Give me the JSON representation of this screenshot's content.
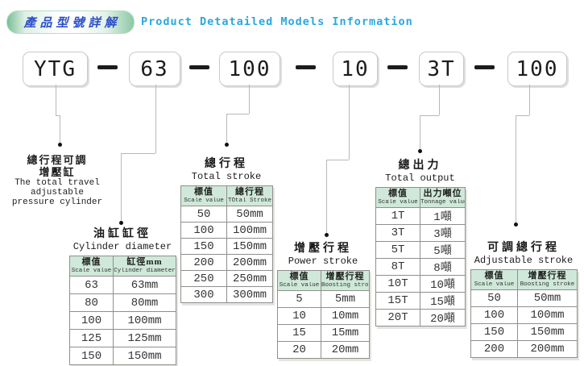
{
  "header": {
    "banner_cn": "產品型號詳解",
    "title_en": "Product Detatailed Models Information"
  },
  "model_code": {
    "segments": [
      "YTG",
      "63",
      "100",
      "10",
      "3T",
      "100"
    ],
    "separator": "—"
  },
  "ytg_label": {
    "cn_line1": "總行程可調",
    "cn_line2": "增壓缸",
    "en_line1": "The total travel",
    "en_line2": "adjustable",
    "en_line3": "pressure cylinder"
  },
  "tables": [
    {
      "id": "cylinder-diameter",
      "title_cn": "油缸缸徑",
      "title_en": "Cylinder diameter",
      "col1_cn": "標值",
      "col1_en": "Scale value",
      "col2_cn": "缸徑mm",
      "col2_en": "Cylinder diameter",
      "rows": [
        [
          "63",
          "63mm"
        ],
        [
          "80",
          "80mm"
        ],
        [
          "100",
          "100mm"
        ],
        [
          "125",
          "125mm"
        ],
        [
          "150",
          "150mm"
        ]
      ]
    },
    {
      "id": "total-stroke",
      "title_cn": "總行程",
      "title_en": "Total stroke",
      "col1_cn": "標值",
      "col1_en": "Scale value",
      "col2_cn": "總行程",
      "col2_en": "TOtal Stroke",
      "rows": [
        [
          "50",
          "50mm"
        ],
        [
          "100",
          "100mm"
        ],
        [
          "150",
          "150mm"
        ],
        [
          "200",
          "200mm"
        ],
        [
          "250",
          "250mm"
        ],
        [
          "300",
          "300mm"
        ]
      ]
    },
    {
      "id": "power-stroke",
      "title_cn": "增壓行程",
      "title_en": "Power stroke",
      "col1_cn": "標值",
      "col1_en": "Scale value",
      "col2_cn": "增壓行程",
      "col2_en": "Boosting stroke",
      "rows": [
        [
          "5",
          "5mm"
        ],
        [
          "10",
          "10mm"
        ],
        [
          "15",
          "15mm"
        ],
        [
          "20",
          "20mm"
        ]
      ]
    },
    {
      "id": "total-output",
      "title_cn": "總出力",
      "title_en": "Total output",
      "col1_cn": "標值",
      "col1_en": "Scale value",
      "col2_cn": "出力噸位",
      "col2_en": "Tonnage value",
      "rows": [
        [
          "1T",
          "1噸"
        ],
        [
          "3T",
          "3噸"
        ],
        [
          "5T",
          "5噸"
        ],
        [
          "8T",
          "8噸"
        ],
        [
          "10T",
          "10噸"
        ],
        [
          "15T",
          "15噸"
        ],
        [
          "20T",
          "20噸"
        ]
      ]
    },
    {
      "id": "adjustable-stroke",
      "title_cn": "可調總行程",
      "title_en": "Adjustable stroke",
      "col1_cn": "標值",
      "col1_en": "Scale value",
      "col2_cn": "增壓行程",
      "col2_en": "Boosting stroke",
      "rows": [
        [
          "50",
          "50mm"
        ],
        [
          "100",
          "100mm"
        ],
        [
          "150",
          "150mm"
        ],
        [
          "200",
          "200mm"
        ]
      ]
    }
  ],
  "colors": {
    "title_blue": "#2aa7e1",
    "banner_text_blue": "#2b50c8",
    "banner_green": "#8cc9a4",
    "table_header_green": "#cfe8d9",
    "border_gray": "#8f8f8b",
    "code_black": "#1c1c1c"
  }
}
